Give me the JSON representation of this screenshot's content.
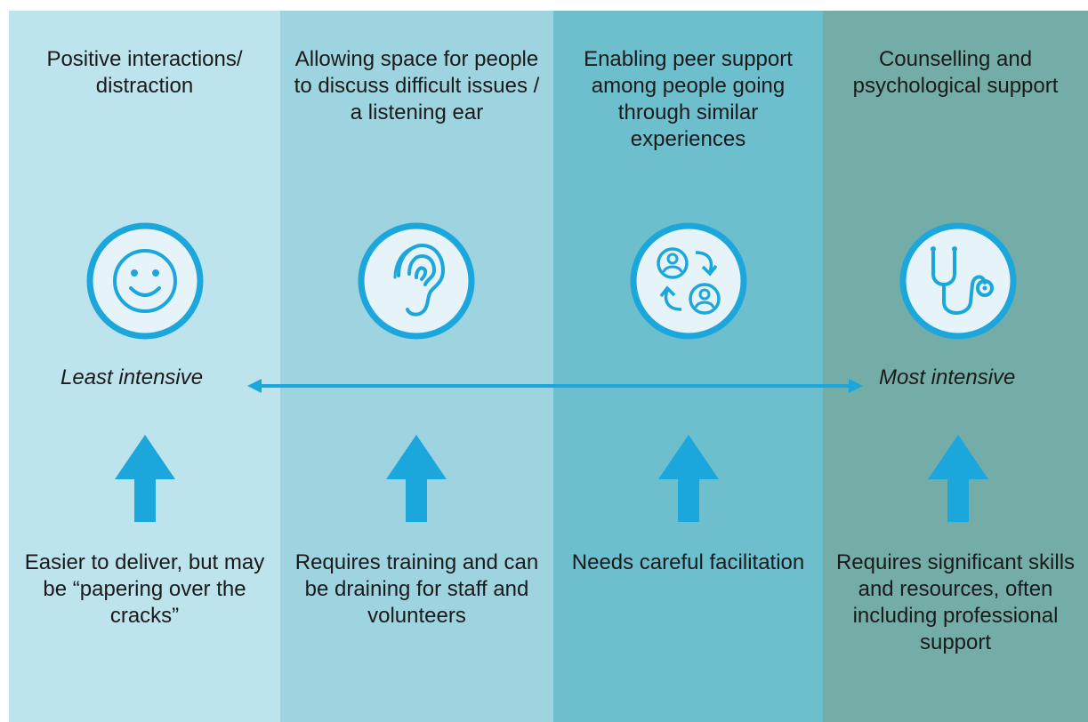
{
  "columns": [
    {
      "title": "Positive interactions/ distraction",
      "icon": "smiley-face-icon",
      "description": "Easier to deliver, but may be “papering over the cracks”",
      "bg_color": "#bde3ec"
    },
    {
      "title": "Allowing space for people to discuss difficult issues / a listening ear",
      "icon": "ear-icon",
      "description": "Requires training and can be draining for staff and volunteers",
      "bg_color": "#9ed4df"
    },
    {
      "title": "Enabling peer support among people going through similar experiences",
      "icon": "peer-exchange-icon",
      "description": "Needs careful facilitation",
      "bg_color": "#6ebfcd"
    },
    {
      "title": "Counselling and psychological support",
      "icon": "stethoscope-icon",
      "description": "Requires significant skills and resources, often including professional support",
      "bg_color": "#74ada8"
    }
  ],
  "scale": {
    "left_label": "Least intensive",
    "right_label": "Most intensive"
  },
  "colors": {
    "accent_blue": "#1ba6dc",
    "icon_fill": "#e6f3f8"
  }
}
